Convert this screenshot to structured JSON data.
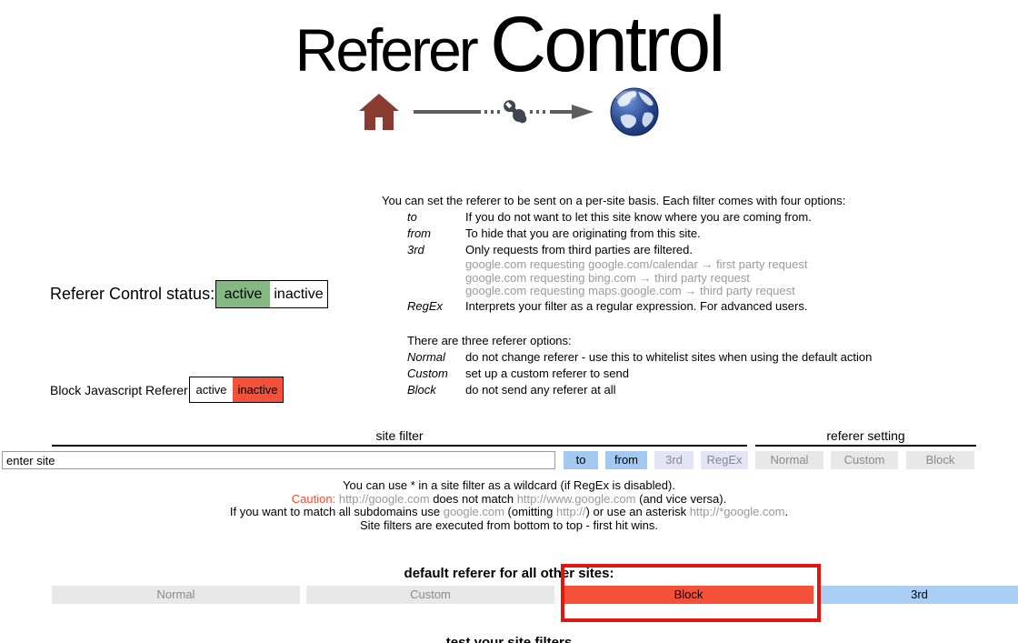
{
  "title": {
    "part1": "Referer",
    "part2": "Control"
  },
  "help": {
    "intro": "You can set the referer to be sent on a per-site basis. Each filter comes with four options:",
    "filter_options": [
      {
        "term": "to",
        "desc": "If you do not want to let this site know where you are coming from."
      },
      {
        "term": "from",
        "desc": "To hide that you are originating from this site."
      },
      {
        "term": "3rd",
        "desc": "Only requests from third parties are filtered.",
        "examples": [
          "google.com requesting google.com/calendar → first party request",
          "google.com requesting bing.com → third party request",
          "google.com requesting maps.google.com → third party request"
        ]
      },
      {
        "term": "RegEx",
        "desc": "Interprets your filter as a regular expression. For advanced users."
      }
    ],
    "referer_intro": "There are three referer options:",
    "referer_options": [
      {
        "term": "Normal",
        "desc": "do not change referer - use this to whitelist sites when using the default action"
      },
      {
        "term": "Custom",
        "desc": "set up a custom referer to send"
      },
      {
        "term": "Block",
        "desc": "do not send any referer at all"
      }
    ]
  },
  "status_row": {
    "label": "Referer Control status:",
    "active": "active",
    "inactive": "inactive",
    "selected": "active"
  },
  "js_row": {
    "label": "Block Javascript Referer:",
    "active": "active",
    "inactive": "inactive",
    "selected": "inactive"
  },
  "filter_section": {
    "site_filter_header": "site filter",
    "referer_setting_header": "referer setting",
    "input_value": "enter site",
    "to": "to",
    "from": "from",
    "third": "3rd",
    "regex": "RegEx",
    "normal": "Normal",
    "custom": "Custom",
    "block": "Block"
  },
  "notes": {
    "line1": "You can use * in a site filter as a wildcard (if RegEx is disabled).",
    "caution_label": "Caution: ",
    "line2_url1": "http://google.com",
    "line2_mid": " does not match ",
    "line2_url2": "http://www.google.com",
    "line2_end": " (and vice versa).",
    "line3_start": "If you want to match all subdomains use ",
    "line3_url1": "google.com",
    "line3_mid1": " (omitting ",
    "line3_url2": "http://",
    "line3_mid2": ") or use an asterisk ",
    "line3_url3": "http://*google.com",
    "line3_end": ".",
    "line4": "Site filters are executed from bottom to top - first hit wins."
  },
  "default_section": {
    "heading": "default referer for all other sites:",
    "normal": "Normal",
    "custom": "Custom",
    "block": "Block",
    "third": "3rd",
    "selected": "Block"
  },
  "bottom": {
    "clipped_heading": "test your site filters"
  },
  "icons": {
    "home": "home-icon",
    "wrench": "wrench-icon",
    "arrow": "arrow-icon",
    "globe": "globe-icon"
  },
  "colors": {
    "active_green": "#84b984",
    "inactive_red": "#f4503a",
    "enabled_blue": "#a3c9f1",
    "disabled_lavender": "#e4e4f7",
    "neutral_gray": "#e8e8e8",
    "muted_text": "#8a8a8a",
    "caution_orange": "#ff4a2d",
    "url_gray": "#999999",
    "annotation_red": "#e41410",
    "home_brown": "#8a3c31",
    "globe_blue": "#1c3c7e"
  }
}
